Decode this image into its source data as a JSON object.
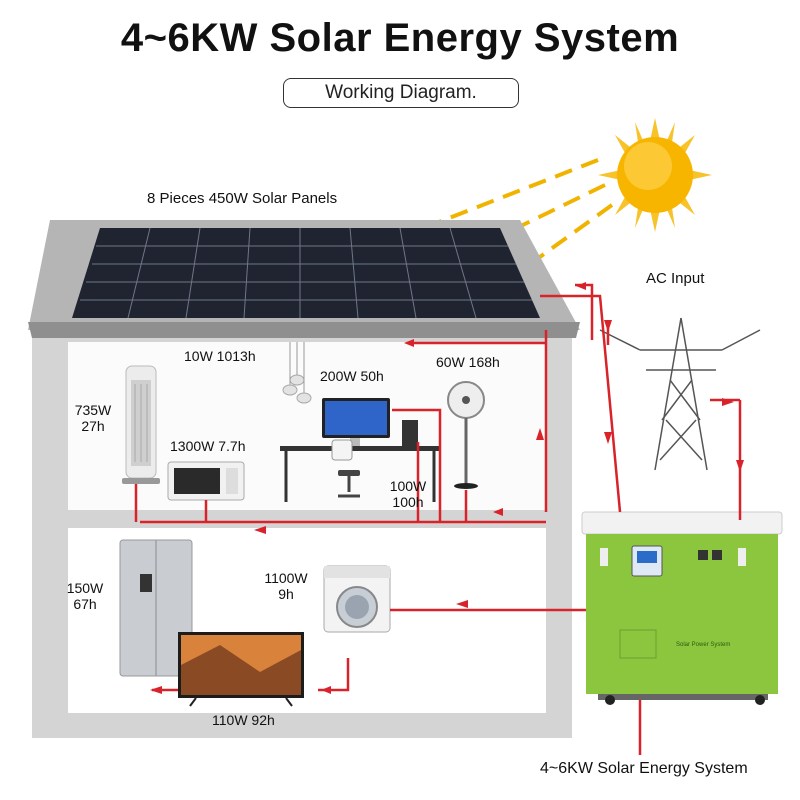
{
  "title": "4~6KW Solar Energy System",
  "subtitle": "Working Diagram.",
  "labels": {
    "solar_panels": "8 Pieces 450W Solar Panels",
    "ac_input": "AC Input",
    "lamp": "10W 1013h",
    "computer": "200W 50h",
    "fan": "60W 168h",
    "tower_fan_power": "735W",
    "tower_fan_hours": "27h",
    "microwave": "1300W 7.7h",
    "speaker_power": "100W",
    "speaker_hours": "100h",
    "fridge_power": "150W",
    "fridge_hours": "67h",
    "washer_power": "1100W",
    "washer_hours": "9h",
    "tv": "110W 92h",
    "system": "4~6KW Solar Energy System",
    "unit_brand": "Solar Power System"
  },
  "colors": {
    "cable": "#d8232a",
    "unit_green": "#8cc63f",
    "sun": "#f7b500",
    "house_wall": "#d9d9d9",
    "roof": "#a5a5a5"
  }
}
